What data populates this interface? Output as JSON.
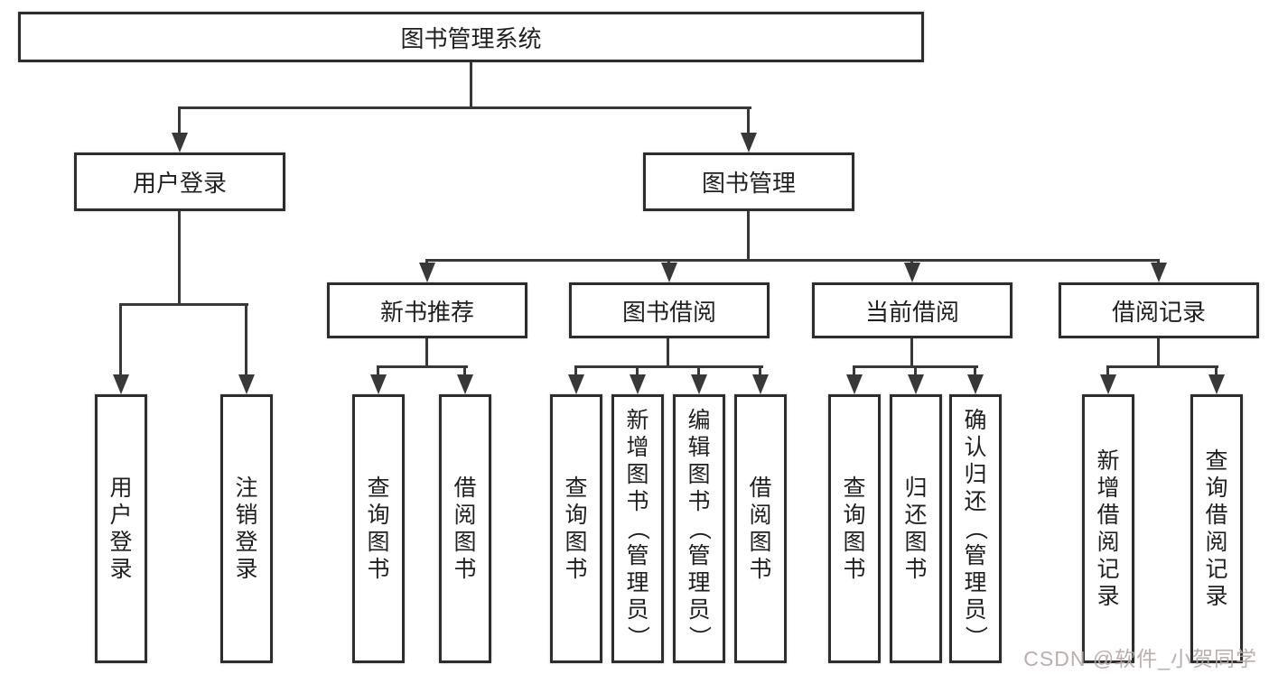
{
  "diagram_title": "图书管理系统",
  "nodes": {
    "root": "图书管理系统",
    "user_login": "用户登录",
    "book_mgmt": "图书管理",
    "new_book_rec": "新书推荐",
    "book_borrow": "图书借阅",
    "current_borrow": "当前借阅",
    "borrow_record": "借阅记录",
    "leaf_user_login": "用户登录",
    "leaf_logout": "注销登录",
    "leaf_nb_query_book": "查询图书",
    "leaf_nb_borrow_book": "借阅图书",
    "leaf_bb_query_book": "查询图书",
    "leaf_bb_add_book": "新增图书（管理员）",
    "leaf_bb_edit_book": "编辑图书（管理员）",
    "leaf_bb_borrow_book": "借阅图书",
    "leaf_cb_query_book": "查询图书",
    "leaf_cb_return_book": "归还图书",
    "leaf_cb_confirm_return": "确认归还（管理员）",
    "leaf_br_add_record": "新增借阅记录",
    "leaf_br_query_record": "查询借阅记录"
  },
  "hierarchy": {
    "图书管理系统": {
      "用户登录": [
        "用户登录",
        "注销登录"
      ],
      "图书管理": {
        "新书推荐": [
          "查询图书",
          "借阅图书"
        ],
        "图书借阅": [
          "查询图书",
          "新增图书（管理员）",
          "编辑图书（管理员）",
          "借阅图书"
        ],
        "当前借阅": [
          "查询图书",
          "归还图书",
          "确认归还（管理员）"
        ],
        "借阅记录": [
          "新增借阅记录",
          "查询借阅记录"
        ]
      }
    }
  },
  "colors": {
    "box_border": "#2d2d2d",
    "connector_line": "#383838",
    "text": "#1f1f1f",
    "watermark": "#b3a6a6",
    "background": "#ffffff"
  },
  "watermark": {
    "text": "CSDN @软件_小贺同学"
  }
}
